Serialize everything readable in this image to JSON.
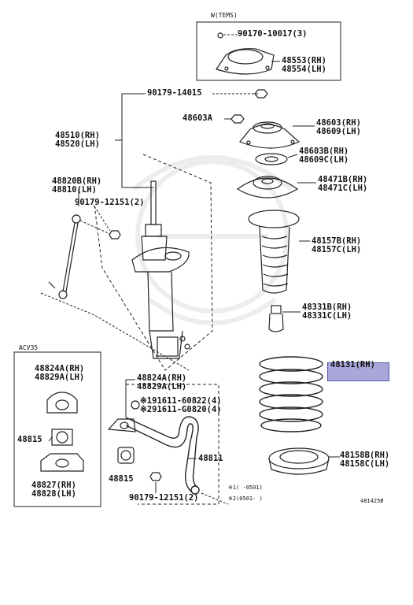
{
  "colors": {
    "highlight": "#a9a6d9",
    "line": "#222222"
  },
  "labels": {
    "variant_temsl": "W(TEMS)",
    "p90170": "90170-10017(3)",
    "p48553": "48553(RH)",
    "p48554": "48554(LH)",
    "p90179a": "90179-14015",
    "p48603A": "48603A",
    "p48603": "48603(RH)",
    "p48609": "48609(LH)",
    "p48603B": "48603B(RH)",
    "p48609C": "48609C(LH)",
    "p48510": "48510(RH)",
    "p48520": "48520(LH)",
    "p48471B": "48471B(RH)",
    "p48471C": "48471C(LH)",
    "p48820B": "48820B(RH)",
    "p48810": "48810(LH)",
    "p90179b": "90179-12151(2)",
    "p48157B": "48157B(RH)",
    "p48157C": "48157C(LH)",
    "p48331B": "48331B(RH)",
    "p48331C": "48331C(LH)",
    "acv": "ACV35",
    "p48131": "48131(RH)",
    "p48824A_box": "48824A(RH)",
    "p48829A_box": "48829A(LH)",
    "p48824A": "48824A(RH)",
    "p48829A": "48829A(LH)",
    "p91611a": "※191611-60822(4)",
    "p91611b": "※291611-G0820(4)",
    "p48815a": "48815",
    "p48811": "48811",
    "p48158B": "48158B(RH)",
    "p48158C": "48158C(LH)",
    "p48827": "48827(RH)",
    "p48828": "48828(LH)",
    "p48815b": "48815",
    "p90179c": "90179-12151(2)",
    "note1": "※1(    -0501)",
    "note2": "※2(0501-     )",
    "figno": "481425B"
  }
}
